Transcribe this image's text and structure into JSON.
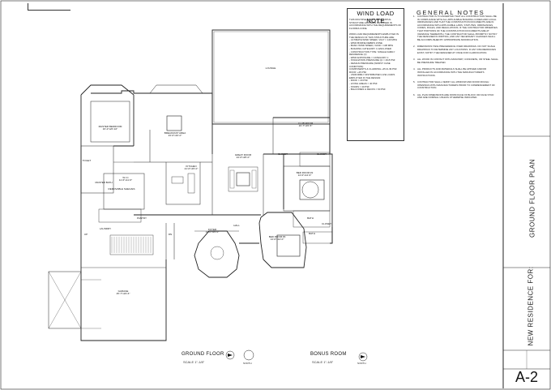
{
  "wind_load_note": {
    "title": "WIND LOAD NOTE",
    "body": "THIS MULTIPLE FAMILY RESIDENTIAL STRUCTURE HAS BEEN DESIGNED IN ACCORDANCE WITH THE REQUIREMENTS OF FLORIDA CODE.\n\nWIND LOAD REQUIREMENTS EMPLOYED IN THE DESIGN OF THIS STRUCTURE ARE:\n- ULTIMATE WIND SPEED, VULT = 140 MPH\n- WIND BORNE DEBRIS ZONE\n- BASIC WIND SPEED, VASD = 108 MPH\n- BUILDING CATEGORY II, ENCLOSED\n- CONSTRUCTION TYPE: SINGLE FAMILY RESIDENCE (V)\n- WIND EXPOSURE = CATEGORY C\n- STAGNATION PRESSURE Qz = 29.8 PSF\n- DESIGN PRESSURE (WORST CASE CONDITION):\n  COMPONENTS & CLADDING +35.4/-39 PSF\n  ROOF: +25 PSF\n- UNIFORMLY DISTRIBUTED LIVE LOADS EMPLOYED IN THE DESIGN:\n  - ROOF = 20 PSF\n  - LIVING AREAS = 40 PSF\n  - STAIRS = 40 PSF\n  - BALCONIES & DECKS = 60 PSF"
  },
  "general_notes": {
    "title": "GENERAL NOTES",
    "items": [
      {
        "num": "1.",
        "text": "CONTRACTOR IS TO ASCERTAIN THAT ALL CONSTRUCTION SHALL BE IN COMPLIANCE WITH ALL APPLICABLE BUILDING CODES AND LOCAL ORDINANCES AND THAT THE CONSTRUCTION DOCUMENTS ARE IN ACCORDANCE WITH APPLICABLE LAWS, STATUTES, ORDINANCES, CODES, RULES, AND REGULATIONS. IF THE CONTRACTOR OBSERVES THAT PORTIONS OF THE CONSTRUCTION DOCUMENTS ARE AT VARIANCE THEREWITH, THE CONTRACTOR SHALL PROMPTLY NOTIFY THE DESIGNER IN WRITING, AND ANY NECESSARY CHANGES SHALL BE ACCOMPLISHED BY APPROPRIATE MODIFICATION."
      },
      {
        "num": "2.",
        "text": "DIMENSIONS TAKE PRECEDENCE OVER DRAWINGS. DO NOT SCALE DRAWINGS TO DETERMINE ANY LOCATIONS. IF ANY DISCREPANCIES EXIST, NOTIFY THE DESIGNER AT ONCE FOR CLARIFICATION."
      },
      {
        "num": "3.",
        "text": "ALL WOOD IN CONTACT WITH MASONRY, CONCRETE, OR STEEL SHALL BE PRESSURE TREATED."
      },
      {
        "num": "4.",
        "text": "ALL PRODUCTS AND MATERIALS SHALL BE APPLIED AND/OR INSTALLED IN ACCORDANCE WITH THE MANUFACTURER'S INSTRUCTIONS."
      },
      {
        "num": "5.",
        "text": "CONTRACTOR SHALL VERIFY ALL WINDOW AND DOOR ROUGH OPENINGS WITH MANUFACTURERS PRIOR TO COMMENCEMENT OF CONSTRUCTION."
      },
      {
        "num": "6.",
        "text": "ALL PLAN DIMENSIONS ARE FROM FACE OF BLOCK OR FACE STUD AND ARE NOMINAL UNLESS OTHERWISE INDICATED."
      }
    ]
  },
  "rooms": {
    "lounge": "LOUNGE",
    "master_bedroom": "MASTER BEDROOM\n16'-2\"x20'-10\"",
    "breakfast_area": "BREAKFAST AREA\n23'-0\"x16'-0\"",
    "kitchen": "KITCHEN\n21'-0\"x15'-0\"",
    "great_room": "GREAT ROOM\n24'-6\"x25'-0\"",
    "club_room": "CLUB ROOM\n16'-7\"x15'-5\"",
    "bedroom_2": "BED ROOM #2\n14'-0\"x14'-6\"",
    "bedroom_3": "BED ROOM #3\n14'-0\"x14'-0\"",
    "foyer": "FOYER\n14'-0\"x15'-0\"",
    "garage": "GARAGE\n25'-7\"x23'-6\"",
    "toilet": "TOILET",
    "master_bath": "MASTER BATH",
    "wic": "W.I.C\n11'-6\"x11'-6\"",
    "removable_shelves": "REMOVABLE SHELVES",
    "laundry": "LAUNDRY",
    "closet_1": "CLOSET",
    "closet_2": "CLOSET",
    "bath_2": "BATH",
    "hall": "HALL",
    "dn": "DN",
    "pantry": "PANTRY",
    "up": "UP",
    "bath_3": "BATH",
    "closet_3": "CLOSET"
  },
  "labels": {
    "ground_floor": "GROUND FLOOR",
    "ground_scale": "SCALE  1\"-1/8\"",
    "north_1": "NORTH",
    "bonus_room": "BONUS ROOM",
    "bonus_scale": "SCALE  1\"-1/8\"",
    "north_2": "NORTH"
  },
  "title_block": {
    "sheet_title": "GROUND FLOOR  PLAN",
    "project_title": "NEW RESIDENCE FOR:",
    "sheet_number": "A-2"
  }
}
